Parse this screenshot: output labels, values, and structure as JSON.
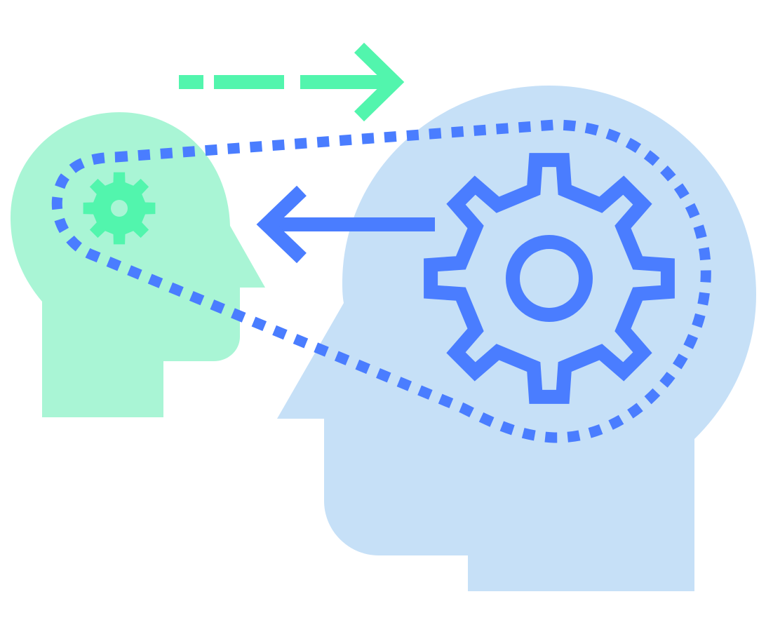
{
  "illustration": {
    "subject": "knowledge-transfer",
    "icons": [
      "small-head-icon",
      "large-head-icon",
      "small-gear-icon",
      "large-gear-icon",
      "right-arrow-icon",
      "left-arrow-icon",
      "dotted-loop"
    ],
    "colors": {
      "small_head": "#a9f5d5",
      "large_head": "#c6e0f7",
      "green_accent": "#52f5ad",
      "blue_accent": "#4a7dff",
      "background": "#ffffff"
    },
    "small_gear_teeth": 8,
    "large_gear_teeth": 8
  }
}
